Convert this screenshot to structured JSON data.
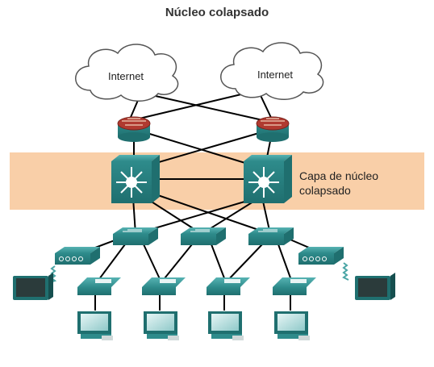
{
  "title": "Núcleo colapsado",
  "layer_label": "Capa de núcleo\ncolapsado",
  "clouds": [
    {
      "label": "Internet"
    },
    {
      "label": "Internet"
    }
  ],
  "colors": {
    "device_teal": "#2e8b8b",
    "device_dark": "#1f6f6f",
    "router_red": "#b03a30",
    "band": "#f9cfa8",
    "links": "#000000"
  }
}
